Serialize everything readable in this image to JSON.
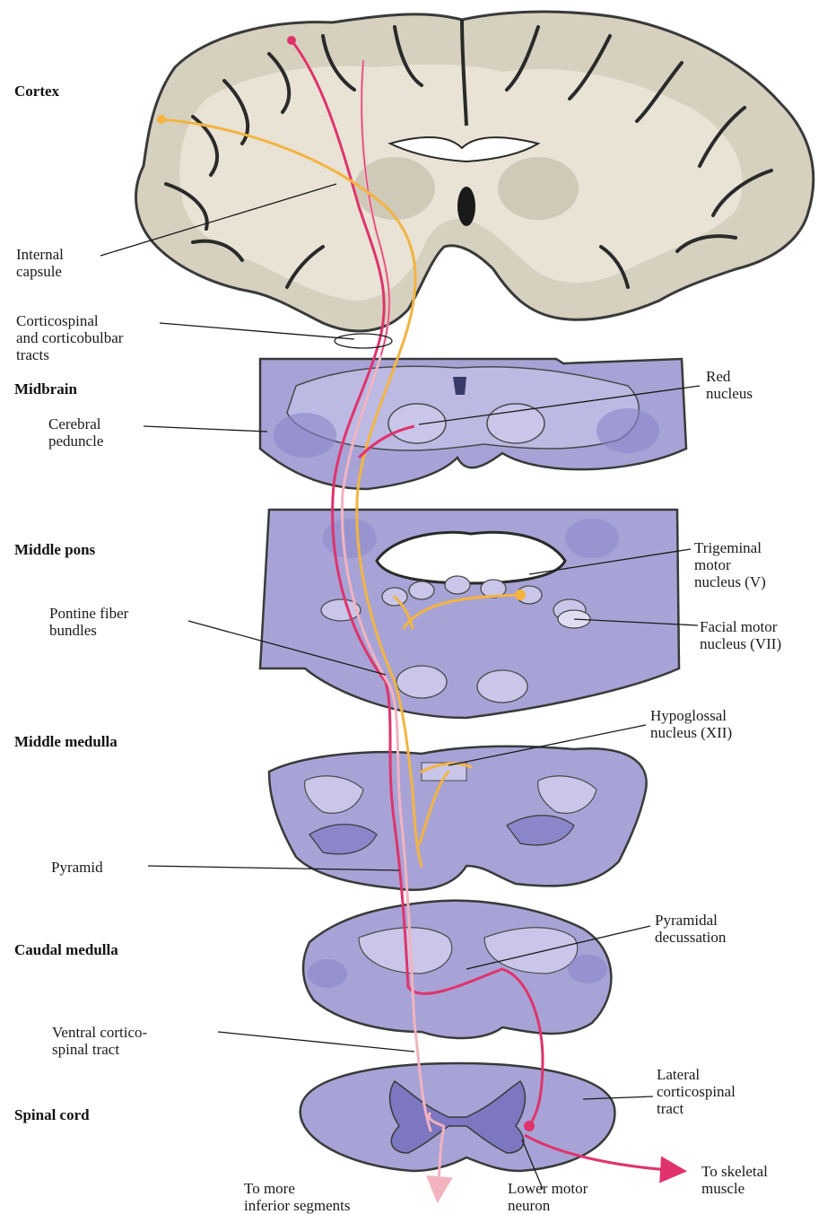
{
  "colors": {
    "brain_tissue": "#d6d0bf",
    "brain_outline": "#3a3a3a",
    "brain_sulcus": "#2a2a2a",
    "section_fill": "#a7a3d6",
    "section_dark": "#7c77c0",
    "section_light": "#c9c6ea",
    "corticospinal": "#e0336c",
    "corticospinal_light": "#f2b3bf",
    "corticobulbar": "#f3b440",
    "label_text": "#1a1a1a"
  },
  "sections": {
    "cortex": "Cortex",
    "midbrain": "Midbrain",
    "middle_pons": "Middle pons",
    "middle_medulla": "Middle medulla",
    "caudal_medulla": "Caudal medulla",
    "spinal_cord": "Spinal cord"
  },
  "labels": {
    "internal_capsule": "Internal\ncapsule",
    "corticospinal_corticobulbar": "Corticospinal\nand corticobulbar\ntracts",
    "cerebral_peduncle": "Cerebral\npeduncle",
    "red_nucleus": "Red\nnucleus",
    "trigeminal": "Trigeminal\nmotor\nnucleus (V)",
    "facial": "Facial motor\nnucleus (VII)",
    "pontine_fiber": "Pontine fiber\nbundles",
    "hypoglossal": "Hypoglossal\nnucleus (XII)",
    "pyramid": "Pyramid",
    "pyramidal_decussation": "Pyramidal\ndecussation",
    "ventral_corticospinal": "Ventral cortico-\nspinal tract",
    "lateral_corticospinal": "Lateral\ncorticospinal\ntract",
    "to_inferior": "To more\ninferior segments",
    "lower_motor_neuron": "Lower motor\nneuron",
    "to_skeletal": "To skeletal\nmuscle"
  }
}
